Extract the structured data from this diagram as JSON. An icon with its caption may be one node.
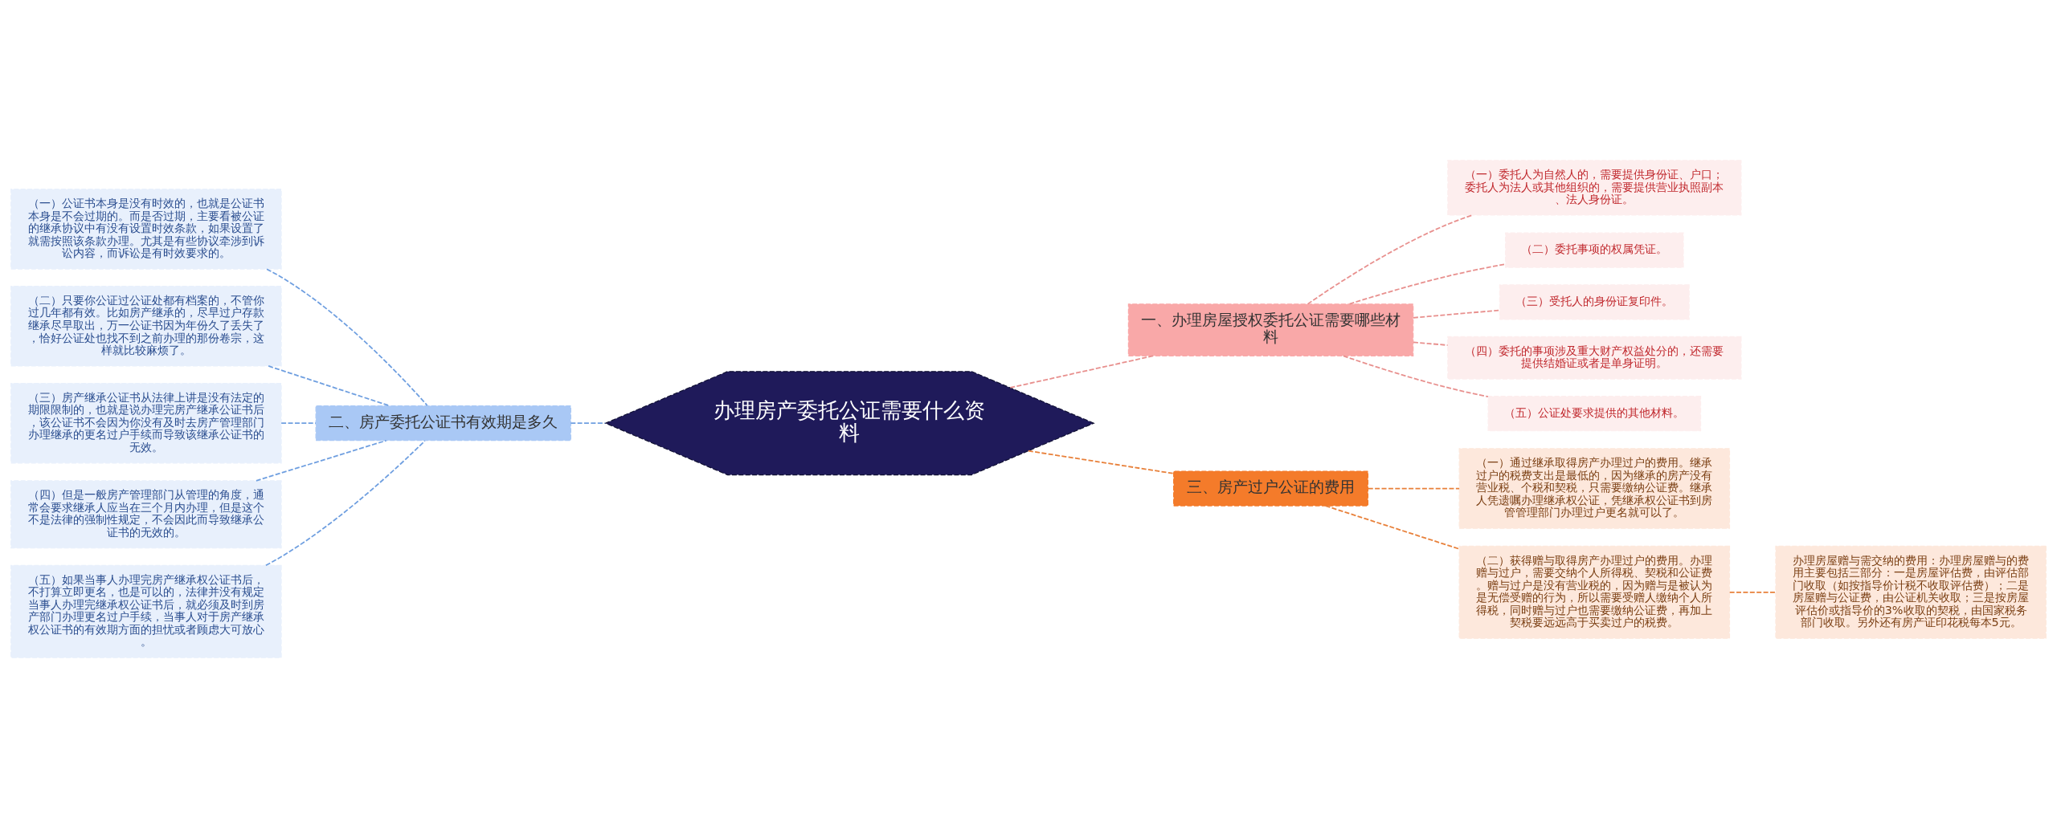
{
  "diagram": {
    "nodes": [
      {
        "text": [
          "办理房产委托公证需要什么资料"
        ]
      },
      {
        "text": [
          "一、办理房屋授权委托公证需要哪些材料"
        ]
      },
      {
        "text": [
          "（一）委托人为自然人的，需要提供身份证、户口；委托人为法人或其他组织的，需要提供营业执照副本、法人身份证。"
        ]
      },
      {
        "text": [
          "（二）委托事项的权属凭证。"
        ]
      },
      {
        "text": [
          "（三）受托人的身份证复印件。"
        ]
      },
      {
        "text": [
          "（四）委托的事项涉及重大财产权益处分的，还需要提供结婚证或者是单身证明。"
        ]
      },
      {
        "text": [
          "（五）公证处要求提供的其他材料。"
        ]
      },
      {
        "text": [
          "二、房产委托公证书有效期是多久"
        ]
      },
      {
        "text": [
          "（一）公证书本身是没有时效的，也就是公证书本身是不会过期的。而是否过期，主要看被公证的继承协议中有没有设置时效条款，如果设置了就需按照该条款办理。尤其是有些协议牵涉到诉讼内容，而诉讼是有时效要求的。"
        ]
      },
      {
        "text": [
          "（二）只要你公证过公证处都有档案的，不管你过几年都有效。比如房产继承的，尽早过户存款继承尽早取出，万一公证书因为年份久了丢失了，恰好公证处也找不到之前办理的那份卷宗，这样就比较麻烦了。"
        ]
      },
      {
        "text": [
          "（三）房产继承公证书从法律上讲是没有法定的期限限制的，也就是说办理完房产继承公证书后，该公证书不会因为你没有及时去房产管理部门办理继承的更名过户手续而导致该继承公证书的无效。"
        ]
      },
      {
        "text": [
          "（四）但是一般房产管理部门从管理的角度，通常会要求继承人应当在三个月内办理，但是这个不是法律的强制性规定，不会因此而导致继承公证书的无效的。"
        ]
      },
      {
        "text": [
          "（五）如果当事人办理完房产继承权公证书后，不打算立即更名，也是可以的，法律并没有规定当事人办理完继承权公证书后，就必须及时到房产部门办理更名过户手续，当事人对于房产继承权公证书的有效期方面的担忧或者顾虑大可放心。"
        ]
      },
      {
        "text": [
          "三、房产过户公证的费用"
        ]
      },
      {
        "text": [
          "（一）通过继承取得房产办理过户的费用。继承过户的税费支出是最低的，因为继承的房产没有营业税、个税和契税，只需要缴纳公证费。继承人凭遗嘱办理继承权公证，凭继承权公证书到房管管理部门办理过户更名就可以了。"
        ]
      },
      {
        "text": [
          "（二）获得赠与取得房产办理过户的费用。办理赠与过户，需要交纳个人所得税、契税和公证费。赠与过户是没有营业税的，因为赠与是被认为是无偿受赠的行为，所以需要受赠人缴纳个人所得税，同时赠与过户也需要缴纳公证费，再加上契税要远远高于买卖过户的税费。"
        ]
      },
      {
        "text": [
          "办理房屋赠与需交纳的费用：办理房屋赠与的费用主要包括三部分：一是房屋评估费，由评估部门收取（如按指导价计税不收取评估费）；二是房屋赠与公证费，由公证机关收取；三是按房屋评估价或指导价的3%收取的契税，由国家税务部门收取。另外还有房产证印花税每本5元。"
        ]
      }
    ],
    "edges": [
      {
        "from": 0,
        "to": 1,
        "arrow": "none",
        "style": "dashed",
        "color": "#e8908e"
      },
      {
        "from": 1,
        "to": 2,
        "arrow": "none",
        "style": "dashed",
        "color": "#e8908e"
      },
      {
        "from": 1,
        "to": 3,
        "arrow": "none",
        "style": "dashed",
        "color": "#e8908e"
      },
      {
        "from": 1,
        "to": 4,
        "arrow": "none",
        "style": "dashed",
        "color": "#e8908e"
      },
      {
        "from": 1,
        "to": 5,
        "arrow": "none",
        "style": "dashed",
        "color": "#e8908e"
      },
      {
        "from": 1,
        "to": 6,
        "arrow": "none",
        "style": "dashed",
        "color": "#e8908e"
      },
      {
        "from": 0,
        "to": 7,
        "arrow": "none",
        "style": "dashed",
        "color": "#6f9fe0"
      },
      {
        "from": 7,
        "to": 8,
        "arrow": "none",
        "style": "dashed",
        "color": "#6f9fe0"
      },
      {
        "from": 7,
        "to": 9,
        "arrow": "none",
        "style": "dashed",
        "color": "#6f9fe0"
      },
      {
        "from": 7,
        "to": 10,
        "arrow": "none",
        "style": "dashed",
        "color": "#6f9fe0"
      },
      {
        "from": 7,
        "to": 11,
        "arrow": "none",
        "style": "dashed",
        "color": "#6f9fe0"
      },
      {
        "from": 7,
        "to": 12,
        "arrow": "none",
        "style": "dashed",
        "color": "#6f9fe0"
      },
      {
        "from": 0,
        "to": 13,
        "arrow": "none",
        "style": "dashed",
        "color": "#e8803a"
      },
      {
        "from": 13,
        "to": 14,
        "arrow": "none",
        "style": "dashed",
        "color": "#e8803a"
      },
      {
        "from": 13,
        "to": 15,
        "arrow": "none",
        "style": "dashed",
        "color": "#e8803a"
      },
      {
        "from": 15,
        "to": 16,
        "arrow": "none",
        "style": "dashed",
        "color": "#e8803a"
      }
    ]
  }
}
